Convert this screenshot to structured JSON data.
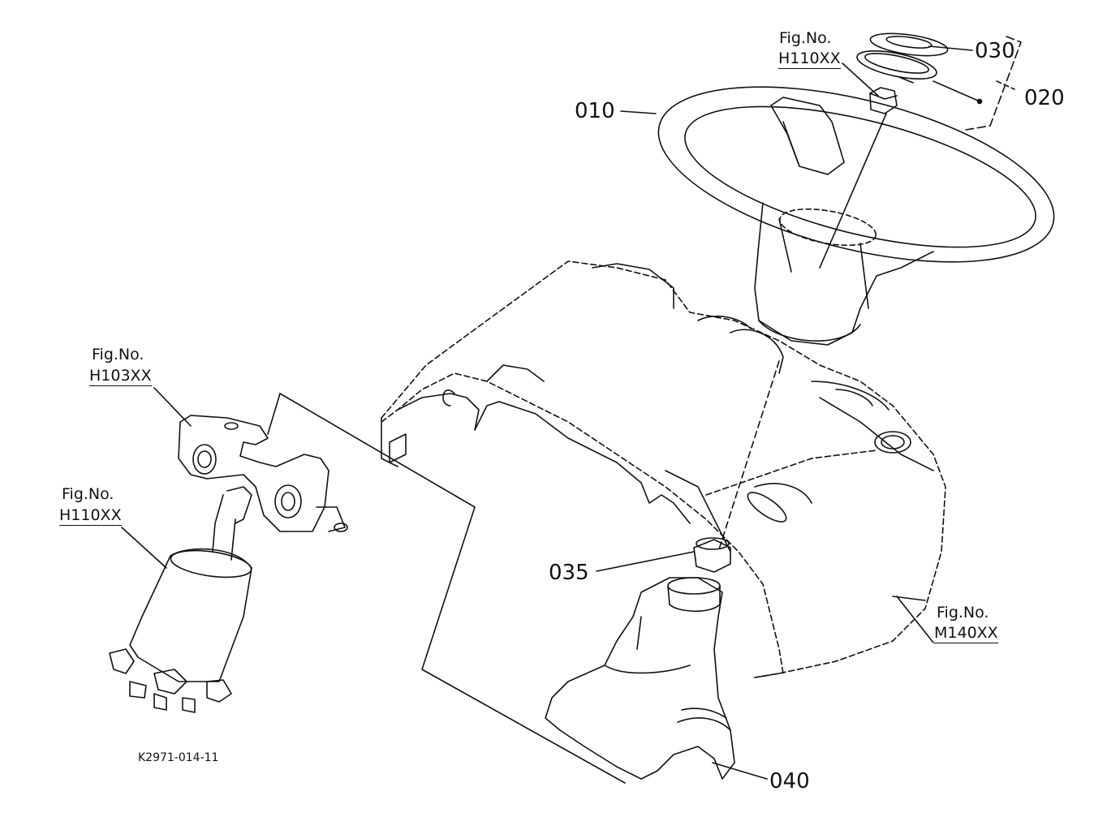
{
  "diagram": {
    "drawing_number": "K2971-014-11",
    "parts": [
      {
        "id": "p010",
        "number": "010"
      },
      {
        "id": "p020",
        "number": "020"
      },
      {
        "id": "p030",
        "number": "030"
      },
      {
        "id": "p035",
        "number": "035"
      },
      {
        "id": "p040",
        "number": "040"
      }
    ],
    "figure_refs": [
      {
        "id": "ref-wheel",
        "caption": "Fig.No.",
        "code": "H110XX"
      },
      {
        "id": "ref-bracket",
        "caption": "Fig.No.",
        "code": "H103XX"
      },
      {
        "id": "ref-pump",
        "caption": "Fig.No.",
        "code": "H110XX"
      },
      {
        "id": "ref-dash",
        "caption": "Fig.No.",
        "code": "M140XX"
      }
    ]
  }
}
